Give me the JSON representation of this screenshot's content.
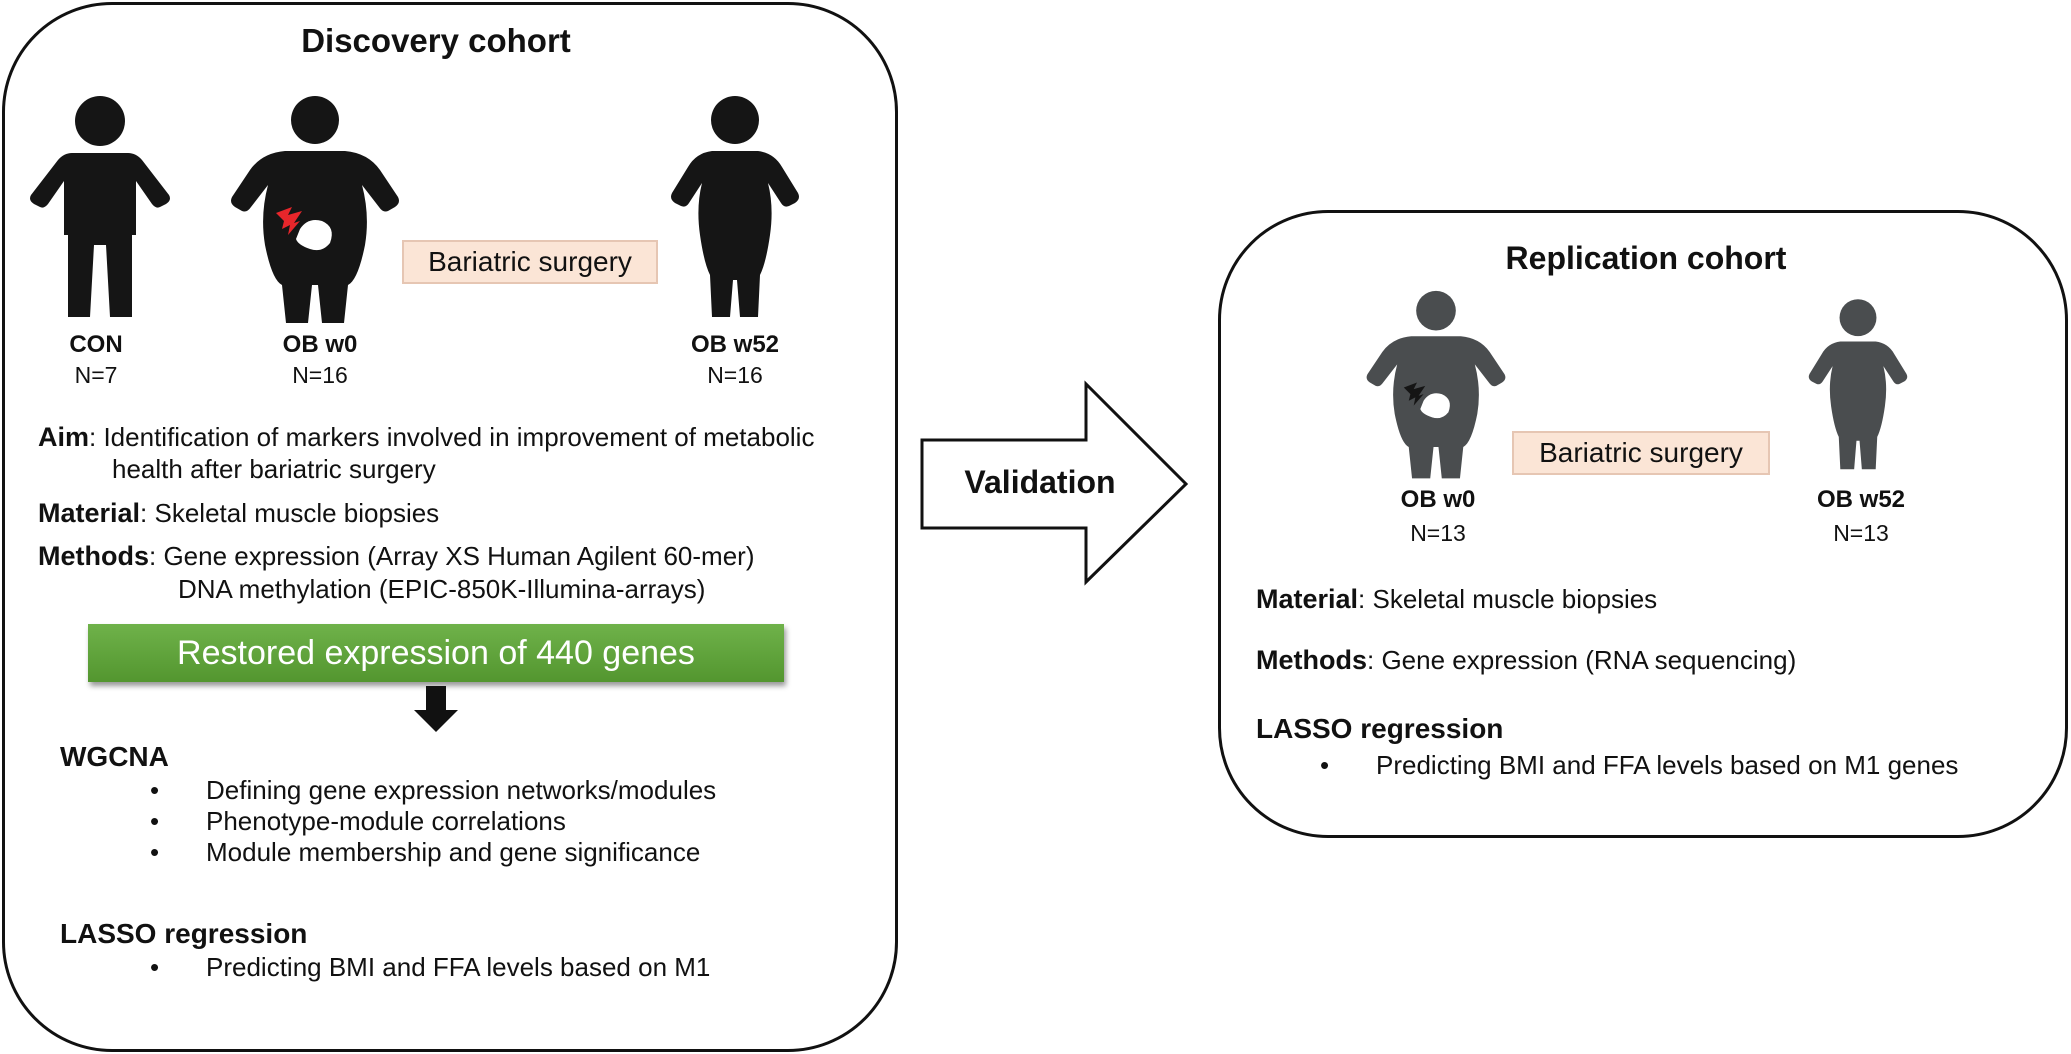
{
  "discovery": {
    "title": "Discovery cohort",
    "groups": [
      {
        "label": "CON",
        "n": "N=7"
      },
      {
        "label": "OB w0",
        "n": "N=16"
      },
      {
        "label": "OB w52",
        "n": "N=16"
      }
    ],
    "surgery_label": "Bariatric surgery",
    "aim_label": "Aim",
    "aim_line1": ": Identification of markers involved in improvement of metabolic",
    "aim_line2": "health after bariatric surgery",
    "material_label": "Material",
    "material_text": ": Skeletal muscle biopsies",
    "methods_label": "Methods",
    "methods_line1": ": Gene expression (Array XS Human Agilent 60-mer)",
    "methods_line2": "DNA methylation (EPIC-850K-Illumina-arrays)",
    "restored_text": "Restored expression of 440 genes",
    "wgcna_title": "WGCNA",
    "wgcna_items": [
      "Defining gene expression networks/modules",
      "Phenotype-module correlations",
      "Module membership and gene significance"
    ],
    "lasso_title": "LASSO regression",
    "lasso_items": [
      "Predicting BMI and FFA levels based on M1"
    ]
  },
  "arrow_label": "Validation",
  "replication": {
    "title": "Replication cohort",
    "groups": [
      {
        "label": "OB w0",
        "n": "N=13"
      },
      {
        "label": "OB w52",
        "n": "N=13"
      }
    ],
    "surgery_label": "Bariatric surgery",
    "material_label": "Material",
    "material_text": ": Skeletal muscle biopsies",
    "methods_label": "Methods",
    "methods_text": ": Gene expression (RNA sequencing)",
    "lasso_title": "LASSO regression",
    "lasso_items": [
      "Predicting BMI and FFA levels based on M1 genes"
    ]
  },
  "bullet_char": "•",
  "icons": {
    "person_dark_color": "#151515",
    "person_grey_color": "#4a4d4f",
    "lightning_color": "#e8262b",
    "green_box_color": "#5fa43a",
    "surgery_box_color": "#fbe5d6"
  }
}
